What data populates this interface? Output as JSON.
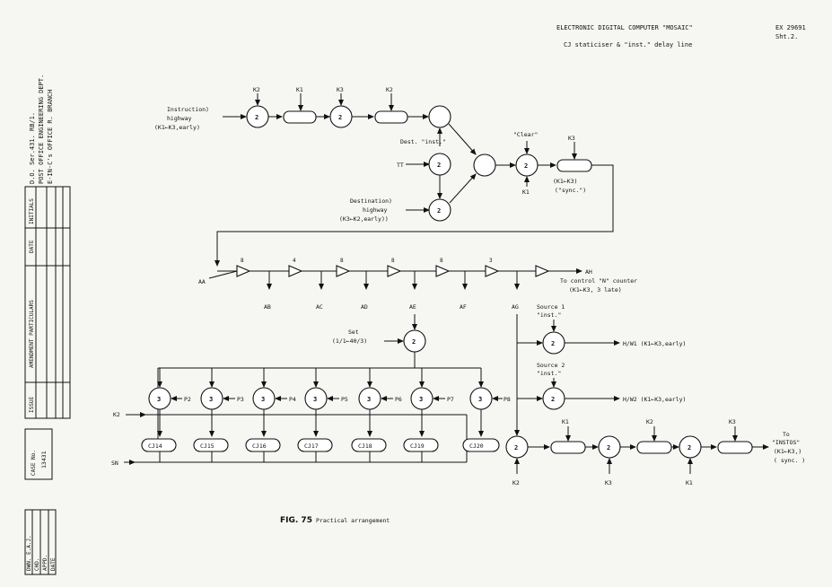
{
  "header": {
    "title": "ELECTRONIC DIGITAL COMPUTER \"MOSAIC\"",
    "subtitle": "CJ staticiser & \"inst.\" delay line",
    "ref": "EX 29691",
    "sheet": "Sht.2."
  },
  "side": {
    "do_line1": "D.O. Ser.431. RB/1.",
    "do_line2": "POST OFFICE ENGINEERING DEPT.",
    "do_line3": "E-IN-C's OFFICE R. BRANCH",
    "col_issue": "ISSUE",
    "col_amend": "AMENDMENT PARTICULARS",
    "col_date": "DATE",
    "col_initials": "INITIALS",
    "case_label": "CASE No.",
    "case_no": "13431",
    "dwn": "DWN. E.A.J.",
    "chd": "CHD.",
    "appd": "APPD.",
    "date": "DATE"
  },
  "caption": {
    "fig": "FIG. 75",
    "text": "Practical arrangement"
  },
  "labels": {
    "instr1": "Instruction)",
    "instr2": "highway",
    "instr3": "(K1←K3,early)",
    "dest": "Dest. \"inst.\"",
    "tt": "TT",
    "destH1": "Destination)",
    "destH2": "highway",
    "destH3": "(K3←K2,early))",
    "clear": "\"Clear\"",
    "sync1": "(K1←K3)",
    "sync2": "(\"sync.\")",
    "k1": "K1",
    "k2": "K2",
    "k3": "K3",
    "aa": "AA",
    "ab": "AB",
    "ac": "AC",
    "ad": "AD",
    "ae": "AE",
    "af": "AF",
    "ag": "AG",
    "ah": "AH",
    "control1": "To control \"N\" counter",
    "control2": "(K1←K3, 3 late)",
    "set1": "Set",
    "set2": "(1/1←40/3)",
    "src1a": "Source 1",
    "src1b": "\"inst.\"",
    "src2a": "Source 2",
    "src2b": "\"inst.\"",
    "hw1": "H/W1 (K1←K3,early)",
    "hw2": "H/W2 (K1←K3,early)",
    "to1": "To",
    "to2": "\"INSTOS\"",
    "to3": "(K1←K3,)",
    "to4": "( sync. )",
    "sn": "SN",
    "n2": "2",
    "n3": "3",
    "n4": "4",
    "n8": "8",
    "p2": "P2",
    "p3": "P3",
    "p4": "P4",
    "p5": "P5",
    "p6": "P6",
    "p7": "P7",
    "p8": "P8",
    "cj14": "CJ14",
    "cj15": "CJ15",
    "cj16": "CJ16",
    "cj17": "CJ17",
    "cj18": "CJ18",
    "cj19": "CJ19",
    "cj20": "CJ20"
  }
}
